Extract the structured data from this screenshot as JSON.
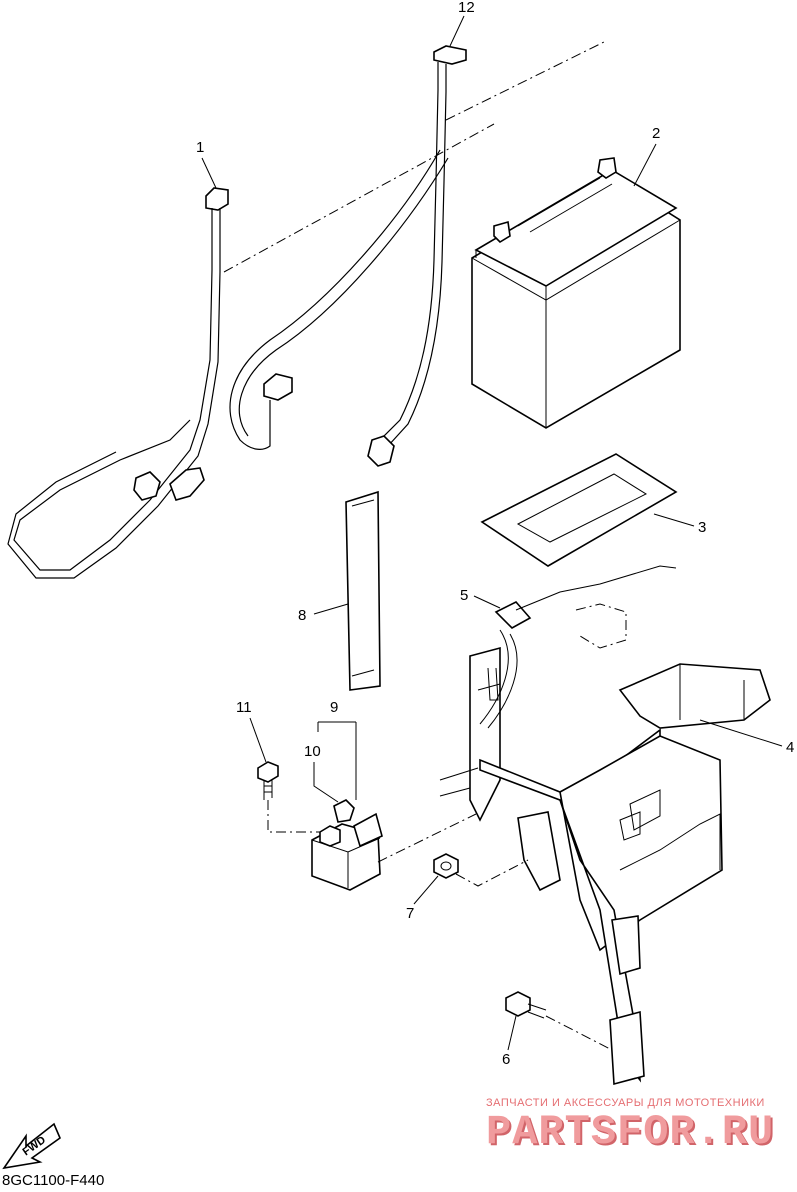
{
  "diagram_code": "8GC1100-F440",
  "direction_badge": "FWD",
  "callouts": {
    "p1": "1",
    "p2": "2",
    "p3": "3",
    "p4": "4",
    "p5": "5",
    "p6": "6",
    "p7": "7",
    "p8": "8",
    "p9": "9",
    "p10": "10",
    "p11": "11",
    "p12": "12"
  },
  "watermark": {
    "tagline": "ЗАПЧАСТИ И АКСЕССУАРЫ ДЛЯ МОТОТЕХНИКИ",
    "brand": "PARTSFOR.RU"
  }
}
